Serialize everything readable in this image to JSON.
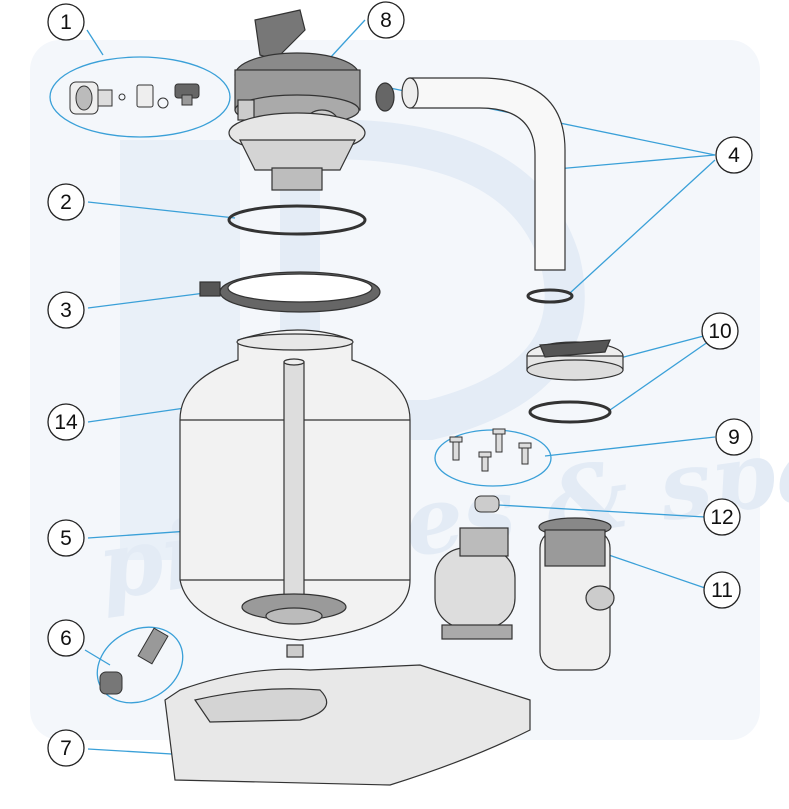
{
  "diagram": {
    "callouts": [
      {
        "id": "1",
        "label": "1"
      },
      {
        "id": "2",
        "label": "2"
      },
      {
        "id": "3",
        "label": "3"
      },
      {
        "id": "4",
        "label": "4"
      },
      {
        "id": "5",
        "label": "5"
      },
      {
        "id": "6",
        "label": "6"
      },
      {
        "id": "7",
        "label": "7"
      },
      {
        "id": "8",
        "label": "8"
      },
      {
        "id": "9",
        "label": "9"
      },
      {
        "id": "10",
        "label": "10"
      },
      {
        "id": "11",
        "label": "11"
      },
      {
        "id": "12",
        "label": "12"
      },
      {
        "id": "14",
        "label": "14"
      }
    ],
    "watermark": {
      "text": "piscines & spas",
      "color": "#e6eef7"
    },
    "colors": {
      "leader_line": "#3aa0d8",
      "part_outline": "#333333",
      "tank_fill": "#f2f2f2",
      "dark_part": "#555555"
    }
  }
}
